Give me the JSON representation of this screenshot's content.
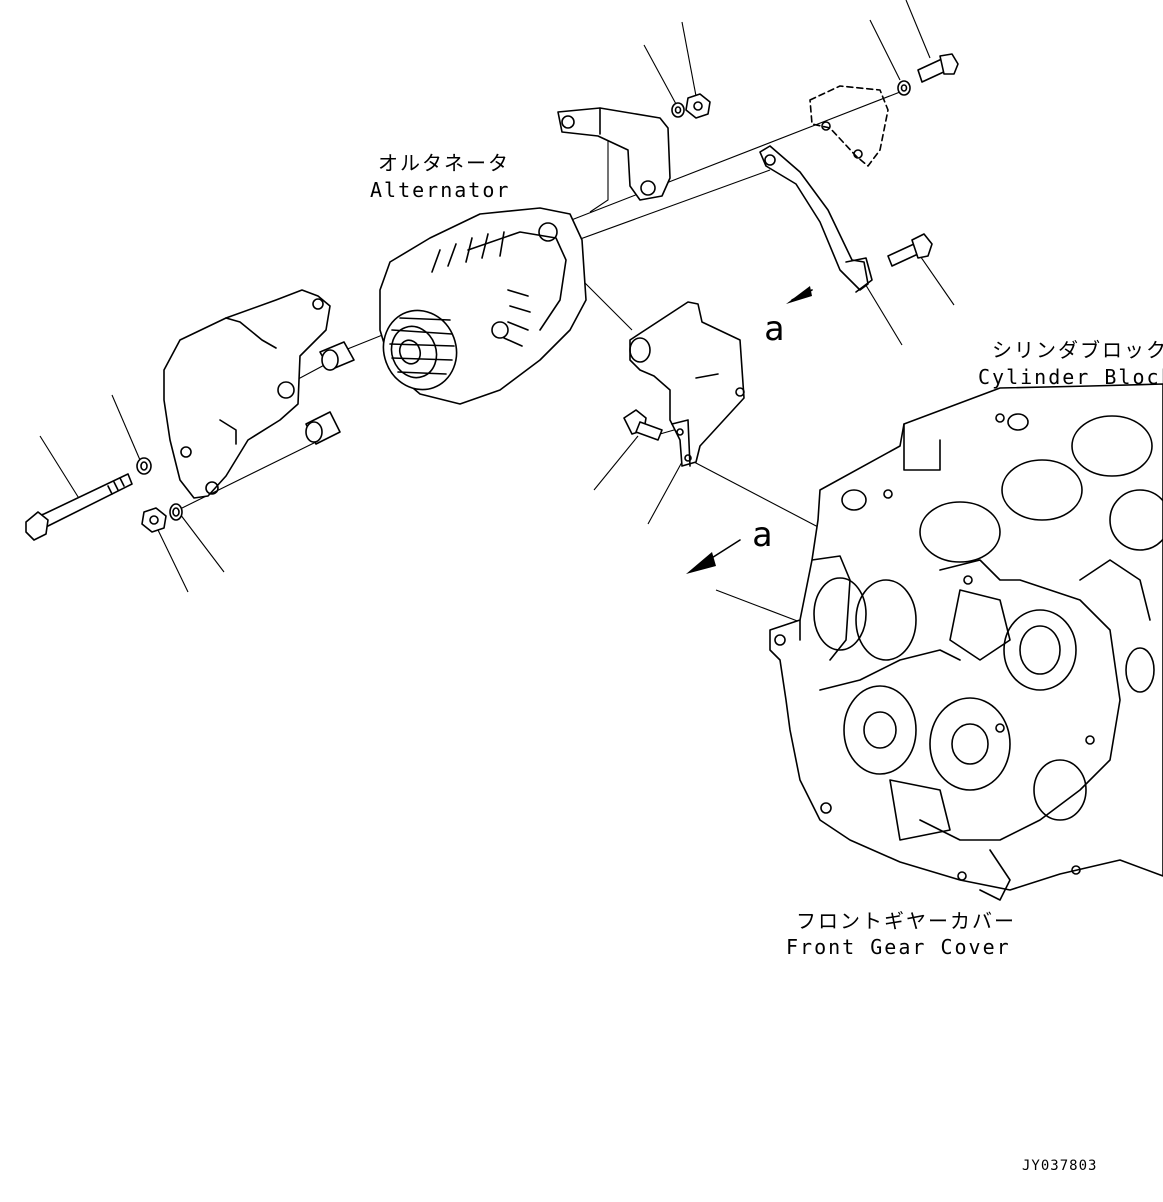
{
  "labels": {
    "alternator_jp": "オルタネータ",
    "alternator_en": "Alternator",
    "cylinder_block_jp": "シリンダブロック",
    "cylinder_block_en": "Cylinder Block",
    "front_gear_cover_jp": "フロントギヤーカバー",
    "front_gear_cover_en": "Front Gear Cover",
    "view_marker_upper": "a",
    "view_marker_lower": "a",
    "drawing_number": "JY037803"
  },
  "colors": {
    "line": "#000000",
    "background": "#ffffff"
  }
}
